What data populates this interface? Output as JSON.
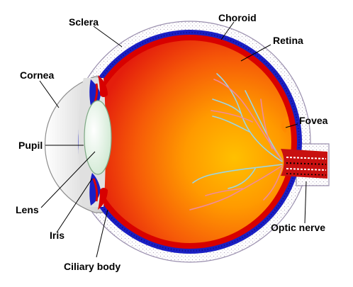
{
  "labels": {
    "sclera": "Sclera",
    "choroid": "Choroid",
    "retina": "Retina",
    "cornea": "Cornea",
    "fovea": "Fovea",
    "pupil": "Pupil",
    "lens": "Lens",
    "iris": "Iris",
    "optic_nerve": "Optic nerve",
    "ciliary_body": "Ciliary body"
  },
  "colors": {
    "sclera_fill": "#ffffff",
    "sclera_dots": "#b8aec4",
    "choroid": "#1a1fc4",
    "retina": "#d80000",
    "vitreous_core": "#ffb400",
    "vitreous_edge": "#e81e0a",
    "lens_fill": "#e8f7ea",
    "cornea_fill": "#e4e4e4",
    "vessel_blue": "#9ad6e6",
    "vessel_pink": "#f08c9c"
  }
}
